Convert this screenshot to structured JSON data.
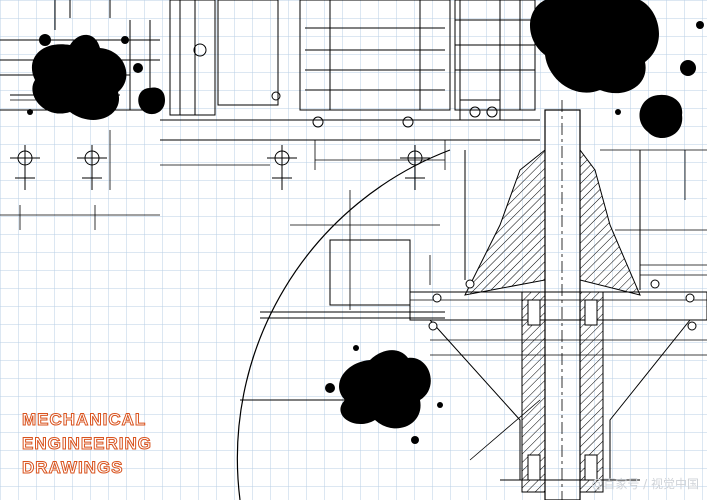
{
  "poster": {
    "title_lines": [
      "MECHANICAL",
      "ENGINEERING",
      "DRAWINGS"
    ],
    "title_color": "#d9531e"
  },
  "watermark": {
    "text": "@百家号 / 视觉中国"
  },
  "colors": {
    "grid": "#b8cfe6",
    "ink": "#000000",
    "background": "#ffffff"
  }
}
